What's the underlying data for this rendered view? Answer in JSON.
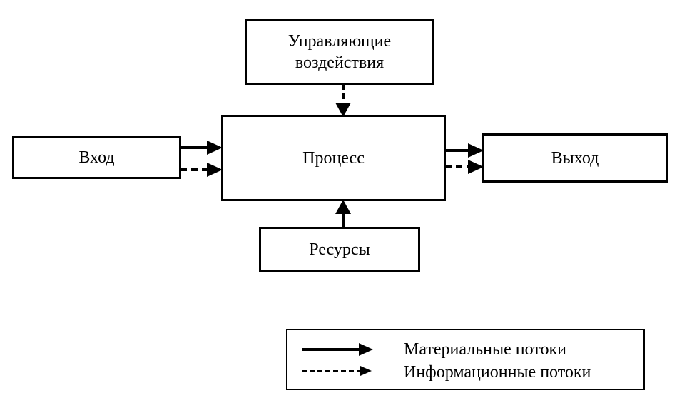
{
  "nodes": {
    "control": "Управляющие воздействия",
    "input": "Вход",
    "process": "Процесс",
    "output": "Выход",
    "resources": "Ресурсы"
  },
  "legend": {
    "material": "Материальные потоки",
    "information": "Информационные потоки"
  }
}
